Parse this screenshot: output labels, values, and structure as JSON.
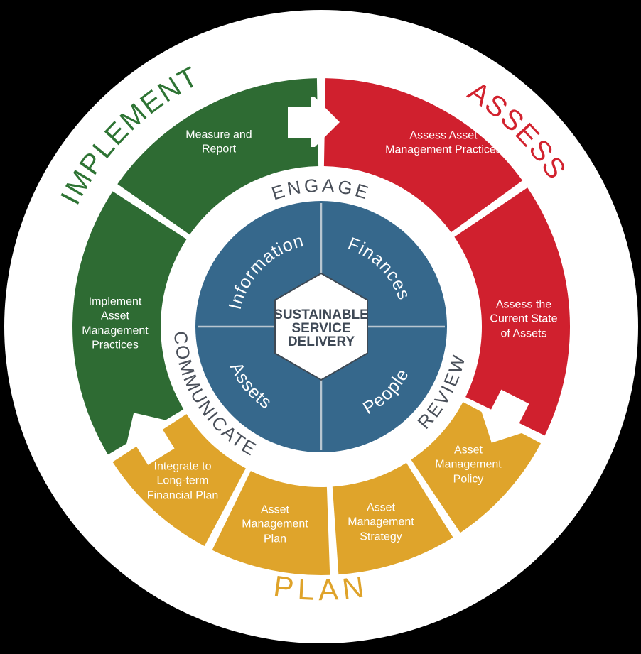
{
  "colors": {
    "background": "#000000",
    "disc": "#ffffff",
    "green": "#2e6b33",
    "red": "#d0202e",
    "gold": "#dfa42b",
    "blue": "#36688c",
    "gray_label": "#4a505a",
    "green_label": "#2e7434",
    "red_label": "#d2222e",
    "gold_label": "#dfa32a",
    "hex_text": "#3f4956"
  },
  "phase_labels": {
    "implement": "IMPLEMENT",
    "assess": "ASSESS",
    "plan": "PLAN"
  },
  "process_labels": {
    "engage": "ENGAGE",
    "communicate": "COMMUNICATE",
    "review": "REVIEW"
  },
  "core": {
    "hexagon": [
      "SUSTAINABLE",
      "SERVICE",
      "DELIVERY"
    ],
    "quadrants": {
      "information": "Information",
      "finances": "Finances",
      "assets": "Assets",
      "people": "People"
    }
  },
  "segments": {
    "measure_report": [
      "Measure and",
      "Report"
    ],
    "assess_practices": [
      "Assess Asset",
      "Management Practices"
    ],
    "assess_state": [
      "Assess the",
      "Current State",
      "of Assets"
    ],
    "policy": [
      "Asset",
      "Management",
      "Policy"
    ],
    "strategy": [
      "Asset",
      "Management",
      "Strategy"
    ],
    "plan": [
      "Asset",
      "Management",
      "Plan"
    ],
    "integrate": [
      "Integrate to",
      "Long-term",
      "Financial Plan"
    ],
    "implement_practices": [
      "Implement",
      "Asset",
      "Management",
      "Practices"
    ]
  }
}
